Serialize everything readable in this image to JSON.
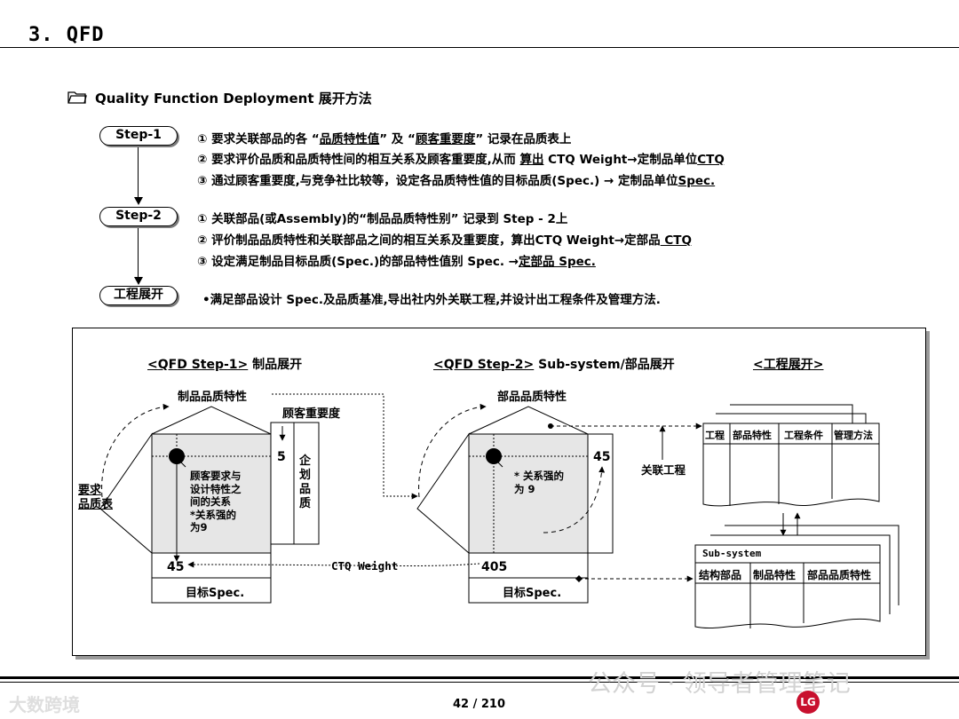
{
  "page": {
    "title": "3. QFD",
    "page_number": "42 / 210"
  },
  "section": {
    "heading": "Quality Function Deployment 展开方法",
    "icon": "folder-icon"
  },
  "steps": [
    {
      "label": "Step-1",
      "lines": [
        [
          {
            "t": "① 要求关联部品的各 “"
          },
          {
            "t": "品质特性值",
            "u": true
          },
          {
            "t": "” 及 “"
          },
          {
            "t": "顾客重要度",
            "u": true
          },
          {
            "t": "” 记录在品质表上"
          }
        ],
        [
          {
            "t": "② 要求评价品质和品质特性间的相互关系及顾客重要度,从而 "
          },
          {
            "t": "算出",
            "u": true
          },
          {
            "t": " CTQ Weight→定制品单位"
          },
          {
            "t": "CTQ",
            "u": true
          }
        ],
        [
          {
            "t": "③ 通过顾客重要度,与竞争社比较等，设定各品质特性值的目标品质(Spec.) → 定制品单位"
          },
          {
            "t": "Spec.",
            "u": true
          }
        ]
      ]
    },
    {
      "label": "Step-2",
      "lines": [
        [
          {
            "t": "① 关联部品(或Assembly)的“制品品质特性别” 记录到  Step - 2上"
          }
        ],
        [
          {
            "t": "② 评价制品品质特性和关联部品之间的相互关系及重要度，算出CTQ Weight→定部品"
          },
          {
            "t": " CTQ ",
            "u": true
          }
        ],
        [
          {
            "t": "③ 设定满足制品目标品质(Spec.)的部品特性值别 Spec. →"
          },
          {
            "t": "定部品 Spec. ",
            "u": true
          }
        ]
      ]
    },
    {
      "label": "工程展开",
      "lines": [
        [
          {
            "t": "•满足部品设计 Spec.及品质基准,导出社内外关联工程,并设计出工程条件及管理方法."
          }
        ]
      ]
    }
  ],
  "diagram": {
    "step1_heading": "<QFD Step-1>",
    "step1_suffix": " 制品展开",
    "step2_heading": "<QFD Step-2>",
    "step2_suffix": " Sub-system/部品展开",
    "process_heading": "<工程展开>",
    "product_quality_char": "制品品质特性",
    "customer_importance": "顾客重要度",
    "importance_value": "5",
    "company_quality": "企划品质",
    "required_quality_table": [
      "要求",
      "品质表"
    ],
    "relation_note_1": [
      "顾客要求与",
      "设计特性之",
      "间的关系",
      "*关系强的",
      "为9"
    ],
    "weight_1": "45",
    "target_spec_1": "目标Spec.",
    "ctq_weight": "CTQ Weight",
    "part_quality_char": "部品品质特性",
    "relation_note_2": [
      "* 关系强的",
      "为 9"
    ],
    "weight_2_top": "45",
    "weight_2": "405",
    "target_spec_2": "目标Spec.",
    "related_process": "关联工程",
    "process_table_headers": [
      "工程",
      "部品特性",
      "工程条件",
      "管理方法"
    ],
    "subsystem_title": "Sub-system",
    "subsystem_headers": [
      "结构部品",
      "制品特性",
      "部品品质特性"
    ]
  },
  "watermarks": {
    "left": "大数跨境",
    "right": "公众号 · 领导者管理笔记"
  },
  "logo": "LG"
}
